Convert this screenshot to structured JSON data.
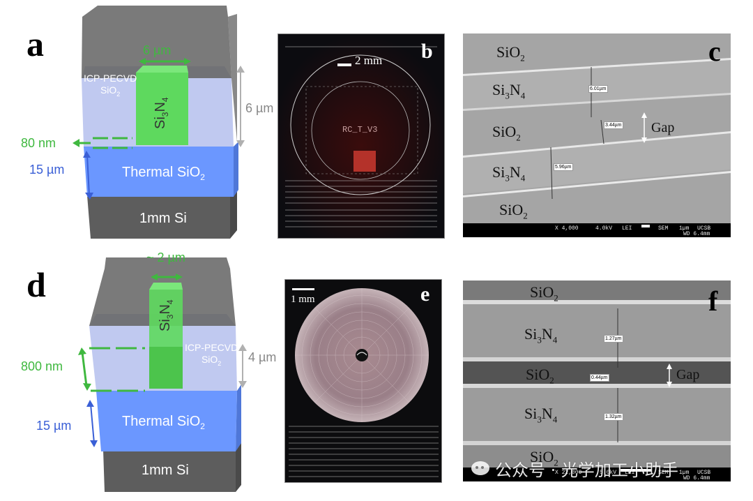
{
  "panels": {
    "a": {
      "letter": "a",
      "core_label": "Si",
      "core_sub": "3",
      "core_label2": "N",
      "core_sub2": "4",
      "width_label": "6 µm",
      "height_label": "6 µm",
      "cladding_label": "ICP-PECVD",
      "cladding_material": "SiO",
      "cladding_sub": "2",
      "pad_label": "80 nm",
      "thermal_label": "Thermal SiO",
      "thermal_sub": "2",
      "thermal_thickness": "15 µm",
      "substrate_label": "1mm Si"
    },
    "b": {
      "letter": "b",
      "scale_label": "2 mm",
      "chip_text": "RC_T_V3"
    },
    "c": {
      "letter": "c",
      "layers": [
        {
          "main": "SiO",
          "sub": "2",
          "main2": "",
          "sub2": ""
        },
        {
          "main": "Si",
          "sub": "3",
          "main2": "N",
          "sub2": "4"
        },
        {
          "main": "SiO",
          "sub": "2",
          "main2": "",
          "sub2": ""
        },
        {
          "main": "Si",
          "sub": "3",
          "main2": "N",
          "sub2": "4"
        },
        {
          "main": "SiO",
          "sub": "2",
          "main2": "",
          "sub2": ""
        }
      ],
      "gap_label": "Gap",
      "measurements": [
        "6.01µm",
        "3.44µm",
        "5.96µm"
      ],
      "footer": {
        "mag": "X 4,000",
        "kv": "4.0kV",
        "det": "LEI",
        "mode": "SEM",
        "scale": "1µm",
        "inst": "UCSB",
        "wd": "WD 6.4mm"
      }
    },
    "d": {
      "letter": "d",
      "width_label": "~ 2 µm",
      "core_label": "Si",
      "core_sub": "3",
      "core_label2": "N",
      "core_sub2": "4",
      "height_label": "4 µm",
      "cladding_label": "ICP-PECVD",
      "cladding_material": "SiO",
      "cladding_sub": "2",
      "core_thickness": "800 nm",
      "thermal_label": "Thermal SiO",
      "thermal_sub": "2",
      "thermal_thickness": "15 µm",
      "substrate_label": "1mm Si"
    },
    "e": {
      "letter": "e",
      "scale_label": "1 mm"
    },
    "f": {
      "letter": "f",
      "layers": [
        {
          "main": "SiO",
          "sub": "2",
          "main2": "",
          "sub2": ""
        },
        {
          "main": "Si",
          "sub": "3",
          "main2": "N",
          "sub2": "4"
        },
        {
          "main": "SiO",
          "sub": "2",
          "main2": "",
          "sub2": ""
        },
        {
          "main": "Si",
          "sub": "3",
          "main2": "N",
          "sub2": "4"
        },
        {
          "main": "SiO",
          "sub": "2",
          "main2": "",
          "sub2": ""
        }
      ],
      "gap_label": "Gap",
      "measurements": [
        "1.27µm",
        "0.44µm",
        "1.32µm"
      ],
      "footer": {
        "mag": "X 22,000",
        "kv": "5.0kV",
        "det": "LEI",
        "mode": "SEM",
        "scale": "1µm",
        "inst": "UCSB",
        "wd": "WD 6.4mm"
      }
    }
  },
  "watermark": "公众号 · 光学加工小助手",
  "colors": {
    "core_green": "#5ed95e",
    "thermal_blue": "#6b97ff",
    "cladding": "#b8c1ec",
    "substrate": "#5d5d5d",
    "dim_green": "#3fb83f",
    "dim_blue": "#3a5fd6",
    "dim_gray": "#8c8c8c"
  }
}
